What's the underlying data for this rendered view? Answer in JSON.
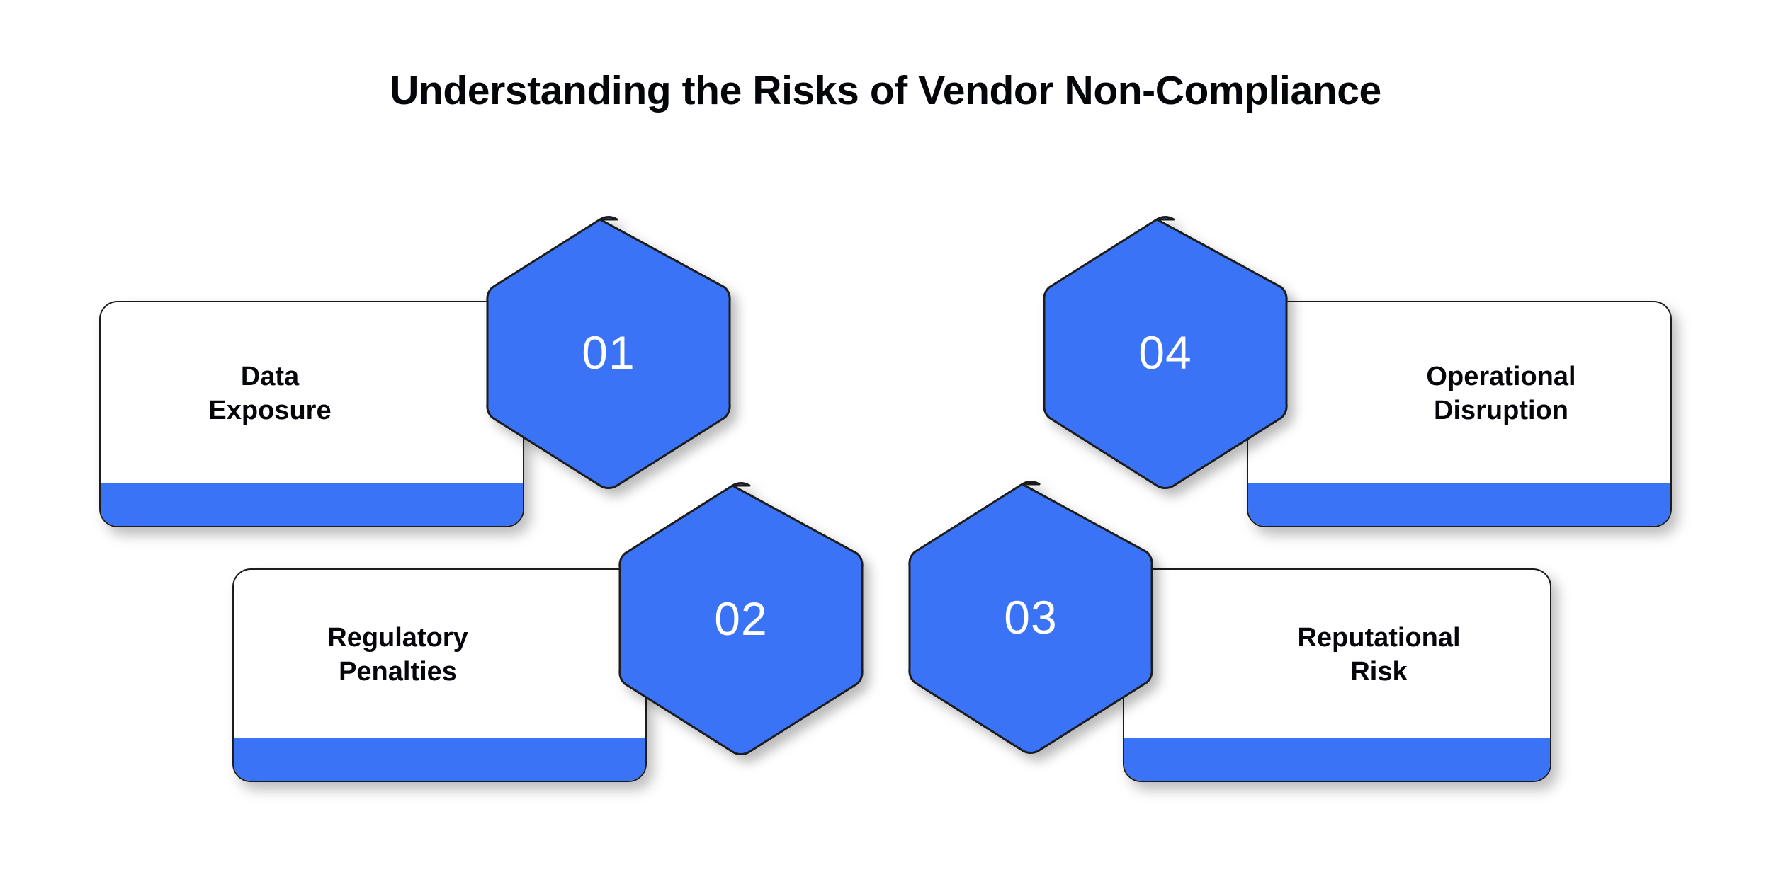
{
  "title": "Understanding the Risks of Vendor Non-Compliance",
  "theme": {
    "accent": "#3b73f7",
    "text": "#05060a",
    "card_border": "#1c1c1c",
    "card_background": "#ffffff",
    "badge_number_color": "#ffffff",
    "page_background": "#ffffff"
  },
  "items": [
    {
      "number": "01",
      "label": "Data Exposure",
      "label_line1": "Data",
      "label_line2": "Exposure",
      "side": "left",
      "badge_shape": "hexagon"
    },
    {
      "number": "02",
      "label": "Regulatory Penalties",
      "label_line1": "Regulatory",
      "label_line2": "Penalties",
      "side": "left",
      "badge_shape": "hexagon"
    },
    {
      "number": "03",
      "label": "Reputational Risk",
      "label_line1": "Reputational",
      "label_line2": "Risk",
      "side": "right",
      "badge_shape": "hexagon"
    },
    {
      "number": "04",
      "label": "Operational Disruption",
      "label_line1": "Operational",
      "label_line2": "Disruption",
      "side": "right",
      "badge_shape": "hexagon"
    }
  ]
}
